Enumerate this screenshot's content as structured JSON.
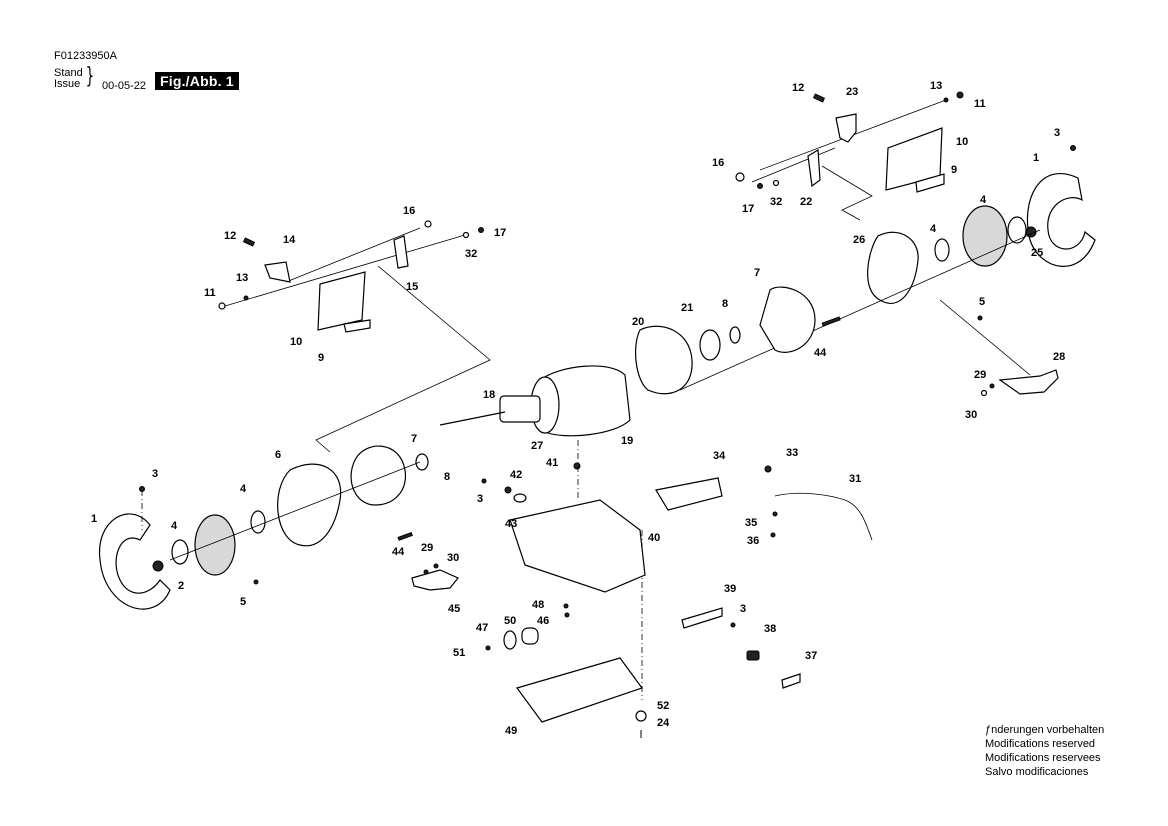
{
  "header": {
    "document_id": "F01233950A",
    "stand_label": "Stand",
    "issue_label": "Issue",
    "issue_date": "00-05-22",
    "figure_label": "Fig./Abb. 1"
  },
  "notes": [
    "ƒnderungen vorbehalten",
    "Modifications reserved",
    "Modifications reservees",
    "Salvo modificaciones"
  ],
  "diagram": {
    "title": "Exploded view - bench grinder",
    "callouts": [
      {
        "id": "c12a",
        "label": "12"
      },
      {
        "id": "c23",
        "label": "23"
      },
      {
        "id": "c13a",
        "label": "13"
      },
      {
        "id": "c11a",
        "label": "11"
      },
      {
        "id": "c10a",
        "label": "10"
      },
      {
        "id": "c16a",
        "label": "16"
      },
      {
        "id": "c17a",
        "label": "17"
      },
      {
        "id": "c32a",
        "label": "32"
      },
      {
        "id": "c22",
        "label": "22"
      },
      {
        "id": "c9a",
        "label": "9"
      },
      {
        "id": "c3a",
        "label": "3"
      },
      {
        "id": "c1a",
        "label": "1"
      },
      {
        "id": "c4a",
        "label": "4"
      },
      {
        "id": "c4b",
        "label": "4"
      },
      {
        "id": "c25",
        "label": "25"
      },
      {
        "id": "c26",
        "label": "26"
      },
      {
        "id": "c7a",
        "label": "7"
      },
      {
        "id": "c8a",
        "label": "8"
      },
      {
        "id": "c21",
        "label": "21"
      },
      {
        "id": "c20",
        "label": "20"
      },
      {
        "id": "c44a",
        "label": "44"
      },
      {
        "id": "c5a",
        "label": "5"
      },
      {
        "id": "c28",
        "label": "28"
      },
      {
        "id": "c29a",
        "label": "29"
      },
      {
        "id": "c30a",
        "label": "30"
      },
      {
        "id": "c16b",
        "label": "16"
      },
      {
        "id": "c12b",
        "label": "12"
      },
      {
        "id": "c14",
        "label": "14"
      },
      {
        "id": "c17b",
        "label": "17"
      },
      {
        "id": "c32b",
        "label": "32"
      },
      {
        "id": "c13b",
        "label": "13"
      },
      {
        "id": "c11b",
        "label": "11"
      },
      {
        "id": "c15",
        "label": "15"
      },
      {
        "id": "c10b",
        "label": "10"
      },
      {
        "id": "c9b",
        "label": "9"
      },
      {
        "id": "c18",
        "label": "18"
      },
      {
        "id": "c27",
        "label": "27"
      },
      {
        "id": "c19",
        "label": "19"
      },
      {
        "id": "c41",
        "label": "41"
      },
      {
        "id": "c7b",
        "label": "7"
      },
      {
        "id": "c8b",
        "label": "8"
      },
      {
        "id": "c6",
        "label": "6"
      },
      {
        "id": "c3b",
        "label": "3"
      },
      {
        "id": "c4c",
        "label": "4"
      },
      {
        "id": "c4d",
        "label": "4"
      },
      {
        "id": "c1b",
        "label": "1"
      },
      {
        "id": "c2",
        "label": "2"
      },
      {
        "id": "c5b",
        "label": "5"
      },
      {
        "id": "c44b",
        "label": "44"
      },
      {
        "id": "c29b",
        "label": "29"
      },
      {
        "id": "c30b",
        "label": "30"
      },
      {
        "id": "c45",
        "label": "45"
      },
      {
        "id": "c3c",
        "label": "3"
      },
      {
        "id": "c42",
        "label": "42"
      },
      {
        "id": "c43",
        "label": "43"
      },
      {
        "id": "c40",
        "label": "40"
      },
      {
        "id": "c34",
        "label": "34"
      },
      {
        "id": "c33",
        "label": "33"
      },
      {
        "id": "c31",
        "label": "31"
      },
      {
        "id": "c35",
        "label": "35"
      },
      {
        "id": "c36",
        "label": "36"
      },
      {
        "id": "c39",
        "label": "39"
      },
      {
        "id": "c3d",
        "label": "3"
      },
      {
        "id": "c38",
        "label": "38"
      },
      {
        "id": "c37",
        "label": "37"
      },
      {
        "id": "c48",
        "label": "48"
      },
      {
        "id": "c46",
        "label": "46"
      },
      {
        "id": "c47",
        "label": "47"
      },
      {
        "id": "c50",
        "label": "50"
      },
      {
        "id": "c51",
        "label": "51"
      },
      {
        "id": "c52",
        "label": "52"
      },
      {
        "id": "c24",
        "label": "24"
      },
      {
        "id": "c49",
        "label": "49"
      }
    ]
  }
}
